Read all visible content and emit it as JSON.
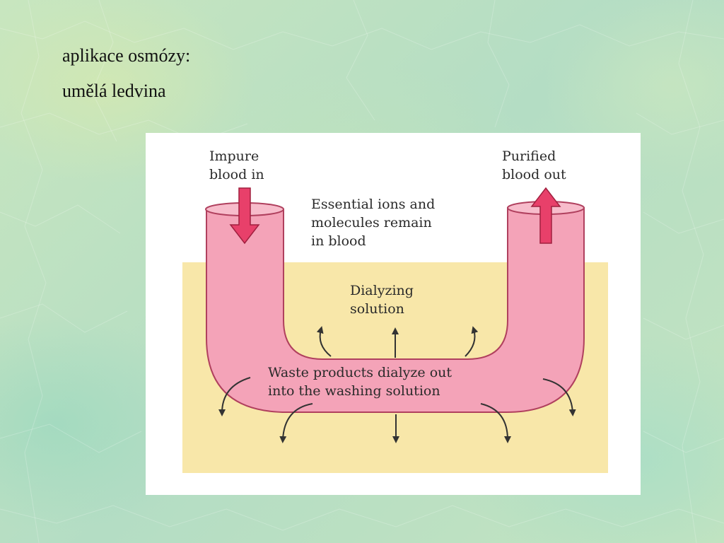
{
  "slide": {
    "title_line1": "aplikace osmózy:",
    "title_line2": "umělá ledvina"
  },
  "diagram": {
    "impure_line1": "Impure",
    "impure_line2": "blood in",
    "purified_line1": "Purified",
    "purified_line2": "blood out",
    "essential_line1": "Essential ions and",
    "essential_line2": "molecules remain",
    "essential_line3": "in blood",
    "dialyzing_line1": "Dialyzing",
    "dialyzing_line2": "solution",
    "waste_line1": "Waste products dialyze out",
    "waste_line2": "into the washing solution"
  },
  "colors": {
    "tube_fill": "#f4a3b8",
    "tube_stroke": "#b0405e",
    "solution": "#f8e7a9",
    "arrow_fill": "#e8406a",
    "background": "#bfe3c4"
  }
}
